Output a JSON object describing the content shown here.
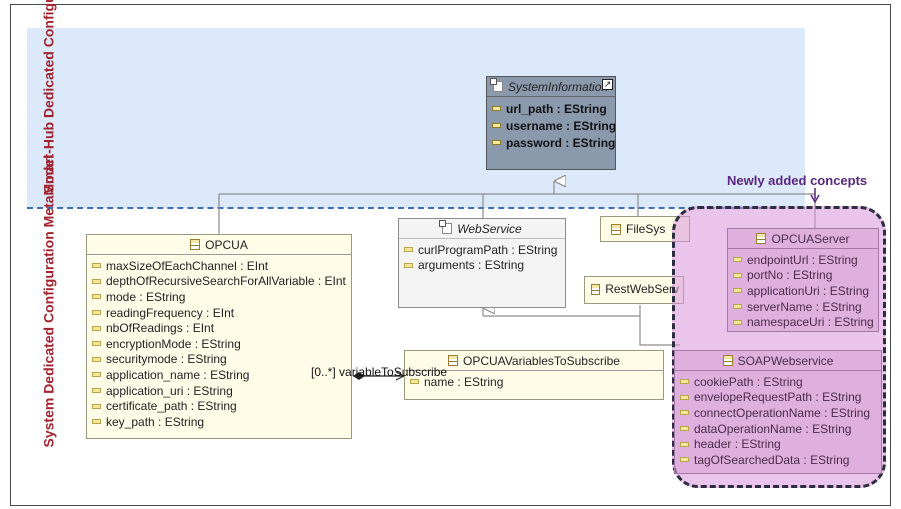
{
  "labels": {
    "smart_hub": "Smart-Hub Dedicated Configuration MetaModel",
    "system": "System Dedicated Configuration MetaModel",
    "newly_added": "Newly added concepts"
  },
  "classes": {
    "system_information": {
      "name": "SystemInformation",
      "attrs": [
        "url_path : EString",
        "username : EString",
        "password : EString"
      ]
    },
    "opcua": {
      "name": "OPCUA",
      "attrs": [
        "maxSizeOfEachChannel : EInt",
        "depthOfRecursiveSearchForAllVariable : EInt",
        "mode : EString",
        "readingFrequency : EInt",
        "nbOfReadings : EInt",
        "encryptionMode : EString",
        "securitymode : EString",
        "application_name : EString",
        "application_uri : EString",
        "certificate_path : EString",
        "key_path : EString"
      ]
    },
    "web_service": {
      "name": "WebService",
      "attrs": [
        "curlProgramPath : EString",
        "arguments : EString"
      ]
    },
    "file_system": {
      "name": "FileSys"
    },
    "rest_web_service": {
      "name": "RestWebServ"
    },
    "opcua_variables": {
      "name": "OPCUAVariablesToSubscribe",
      "attrs": [
        "name : EString"
      ]
    },
    "opcua_server": {
      "name": "OPCUAServer",
      "attrs": [
        "endpointUrl : EString",
        "portNo : EString",
        "applicationUri : EString",
        "serverName : EString",
        "namespaceUri : EString"
      ]
    },
    "soap_webservice": {
      "name": "SOAPWebservice",
      "attrs": [
        "cookiePath : EString",
        "envelopeRequestPath : EString",
        "connectOperationName : EString",
        "dataOperationName : EString",
        "header : EString",
        "tagOfSearchedData : EString"
      ]
    }
  },
  "reference": {
    "label": "[0..*] variableToSubscribe"
  },
  "colors": {
    "label_red": "#a02430",
    "smart_hub_band": "#dbe9fb",
    "separator": "#3d6fb7",
    "new_region": "#d894da",
    "new_label": "#5a2780"
  }
}
